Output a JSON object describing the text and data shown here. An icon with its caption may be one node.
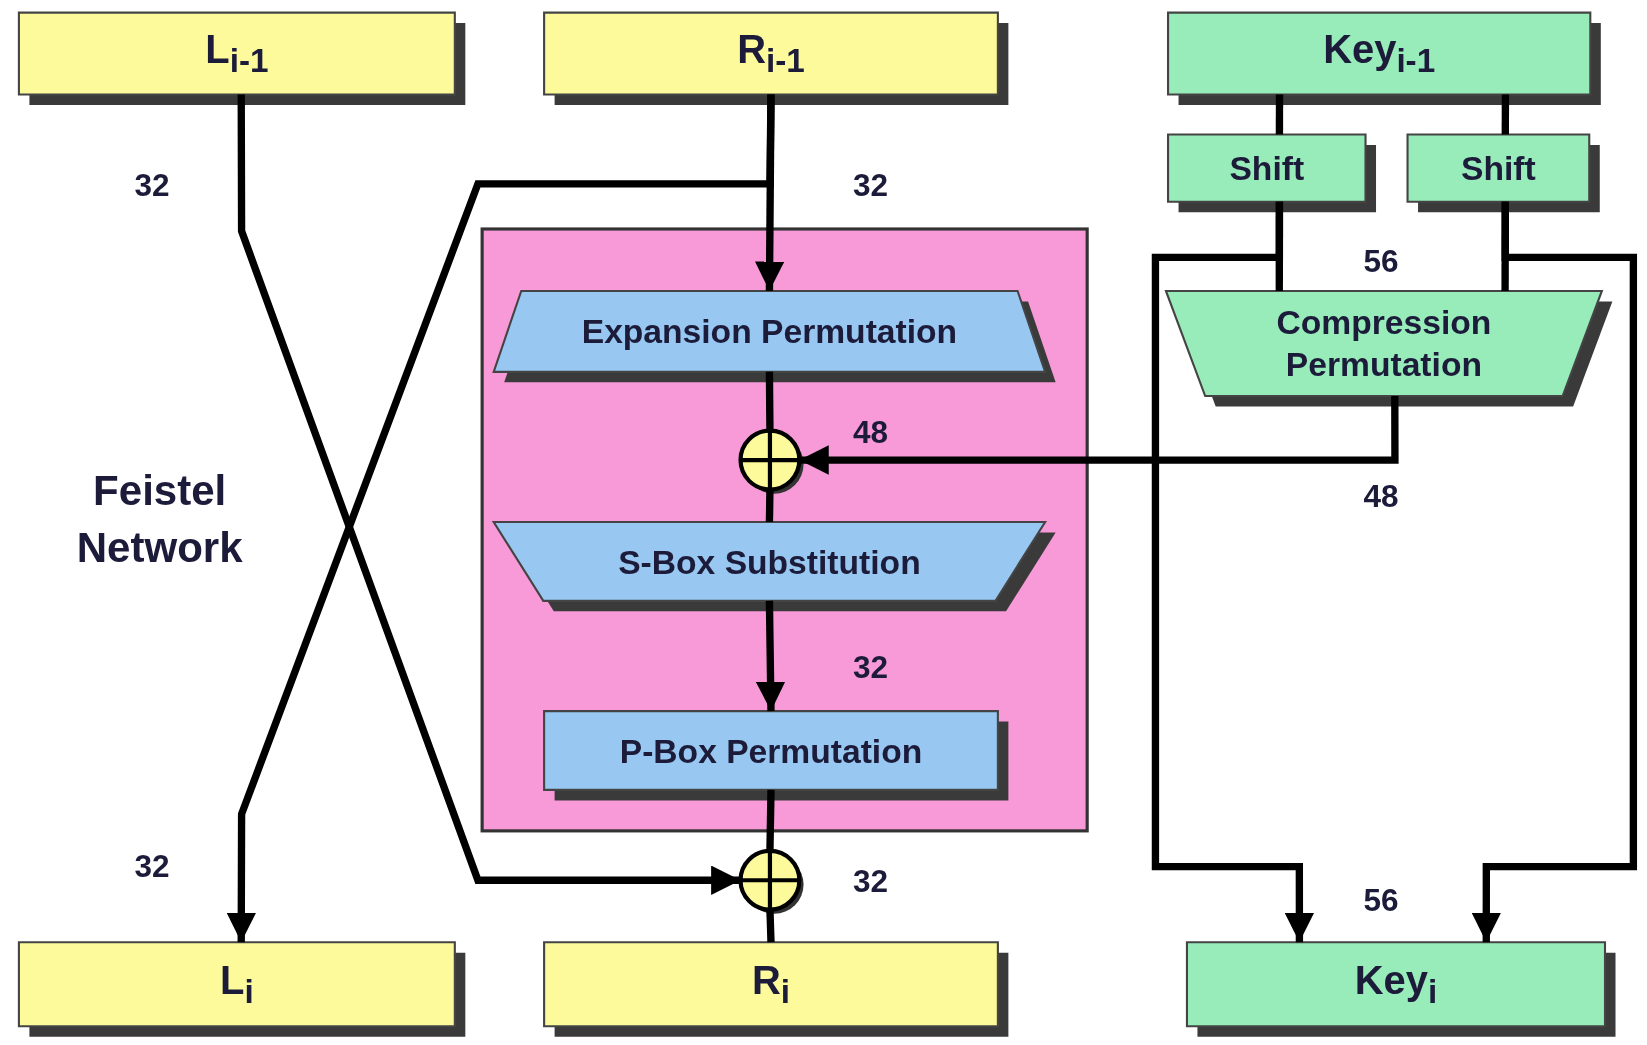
{
  "diagram": {
    "nodes": [
      {
        "text": [
          "L$_{i-1}$"
        ]
      },
      {
        "text": [
          "R$_{i-1}$"
        ]
      },
      {
        "text": [
          "Key$_{i-1}$"
        ]
      },
      {
        "text": [
          "Shift"
        ]
      },
      {
        "text": [
          "Shift"
        ]
      },
      {
        "text": [],
        "shape": "box"
      },
      {
        "text": [
          "Expansion Permutation"
        ],
        "in": 5
      },
      {
        "text": [],
        "shape": "circle",
        "in": 5
      },
      {
        "text": [
          "S-Box Substitution"
        ],
        "in": 5
      },
      {
        "text": [
          "P-Box Permutation"
        ],
        "in": 5
      },
      {
        "text": [
          "Compression Permutation"
        ]
      },
      {
        "text": [],
        "shape": "circle"
      },
      {
        "text": [
          "L$_{i}$"
        ]
      },
      {
        "text": [
          "R$_{i}$"
        ]
      },
      {
        "text": [
          "Key$_{i}$"
        ]
      }
    ],
    "edges": [
      {
        "from": 0,
        "to": 11,
        "arrow": "to"
      },
      {
        "from": 1,
        "to": 6,
        "arrow": "to"
      },
      {
        "from": 1,
        "to": 12,
        "arrow": "to"
      },
      {
        "from": 6,
        "to": 7,
        "arrow": "none"
      },
      {
        "from": 10,
        "to": 7,
        "arrow": "to"
      },
      {
        "from": 7,
        "to": 8,
        "arrow": "none"
      },
      {
        "from": 8,
        "to": 9,
        "arrow": "to"
      },
      {
        "from": 9,
        "to": 11,
        "arrow": "none"
      },
      {
        "from": 11,
        "to": 13,
        "arrow": "none"
      },
      {
        "from": 2,
        "to": 3,
        "arrow": "none"
      },
      {
        "from": 2,
        "to": 4,
        "arrow": "none"
      },
      {
        "from": 3,
        "to": 10,
        "arrow": "none"
      },
      {
        "from": 4,
        "to": 10,
        "arrow": "none"
      },
      {
        "from": 3,
        "to": 14,
        "arrow": "to"
      },
      {
        "from": 4,
        "to": 14,
        "arrow": "to"
      }
    ],
    "labels": [
      "32",
      "32",
      "56",
      "48",
      "Feistel Network",
      "48",
      "32",
      "32",
      "32",
      "56"
    ]
  }
}
